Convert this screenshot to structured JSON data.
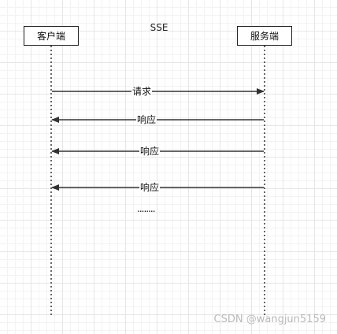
{
  "title": "SSE",
  "actors": {
    "client": "客户端",
    "server": "服务端"
  },
  "messages": [
    {
      "label": "请求",
      "direction": "client-to-server"
    },
    {
      "label": "响应",
      "direction": "server-to-client"
    },
    {
      "label": "响应",
      "direction": "server-to-client"
    },
    {
      "label": "响应",
      "direction": "server-to-client"
    }
  ],
  "ellipsis": "........",
  "watermark": "CSDN @wangjun5159",
  "colors": {
    "line": "#333333",
    "grid": "#e6e6e6"
  }
}
